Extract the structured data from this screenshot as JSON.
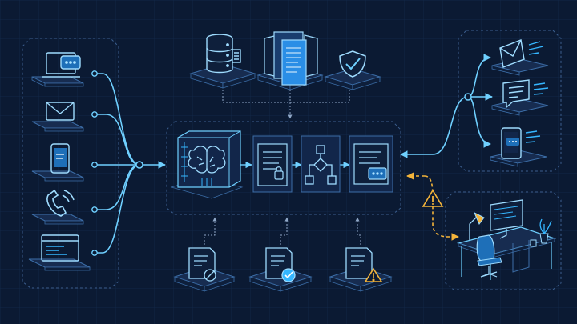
{
  "colors": {
    "background": "#0b1a33",
    "grid": "#132a4d",
    "line": "#6fd0ff",
    "line_dim": "#8fa7c7",
    "accent": "#35b6ff",
    "warning": "#f4b43a",
    "platform_top": "#172c50",
    "platform_side": "#0e1f3b"
  },
  "input_channels": [
    {
      "name": "chat-channel",
      "icon": "laptop-chat-icon"
    },
    {
      "name": "email-channel",
      "icon": "envelope-icon"
    },
    {
      "name": "mobile-channel",
      "icon": "smartphone-icon"
    },
    {
      "name": "voice-channel",
      "icon": "phone-handset-icon"
    },
    {
      "name": "web-channel",
      "icon": "browser-window-icon"
    }
  ],
  "data_sources": [
    {
      "name": "database-source",
      "icon": "database-icon"
    },
    {
      "name": "documents-source",
      "icon": "document-stack-icon"
    },
    {
      "name": "security-source",
      "icon": "shield-check-icon"
    }
  ],
  "pipeline_stages": [
    {
      "name": "ai-brain-stage",
      "icon": "ai-brain-chip-icon"
    },
    {
      "name": "document-analysis-stage",
      "icon": "document-lock-icon"
    },
    {
      "name": "workflow-stage",
      "icon": "flowchart-icon"
    },
    {
      "name": "response-stage",
      "icon": "response-window-icon"
    }
  ],
  "policy_checks": [
    {
      "name": "blocked-document",
      "icon": "document-blocked-icon"
    },
    {
      "name": "approved-document",
      "icon": "document-approved-icon"
    },
    {
      "name": "flagged-document",
      "icon": "document-warning-icon"
    }
  ],
  "output_channels": [
    {
      "name": "email-output",
      "icon": "envelope-send-icon"
    },
    {
      "name": "chat-output",
      "icon": "chat-bubble-icon"
    },
    {
      "name": "mobile-output",
      "icon": "smartphone-chat-icon"
    }
  ],
  "escalation": {
    "alert_icon": "warning-triangle-icon",
    "agent_icon": "human-agent-desk-icon"
  }
}
